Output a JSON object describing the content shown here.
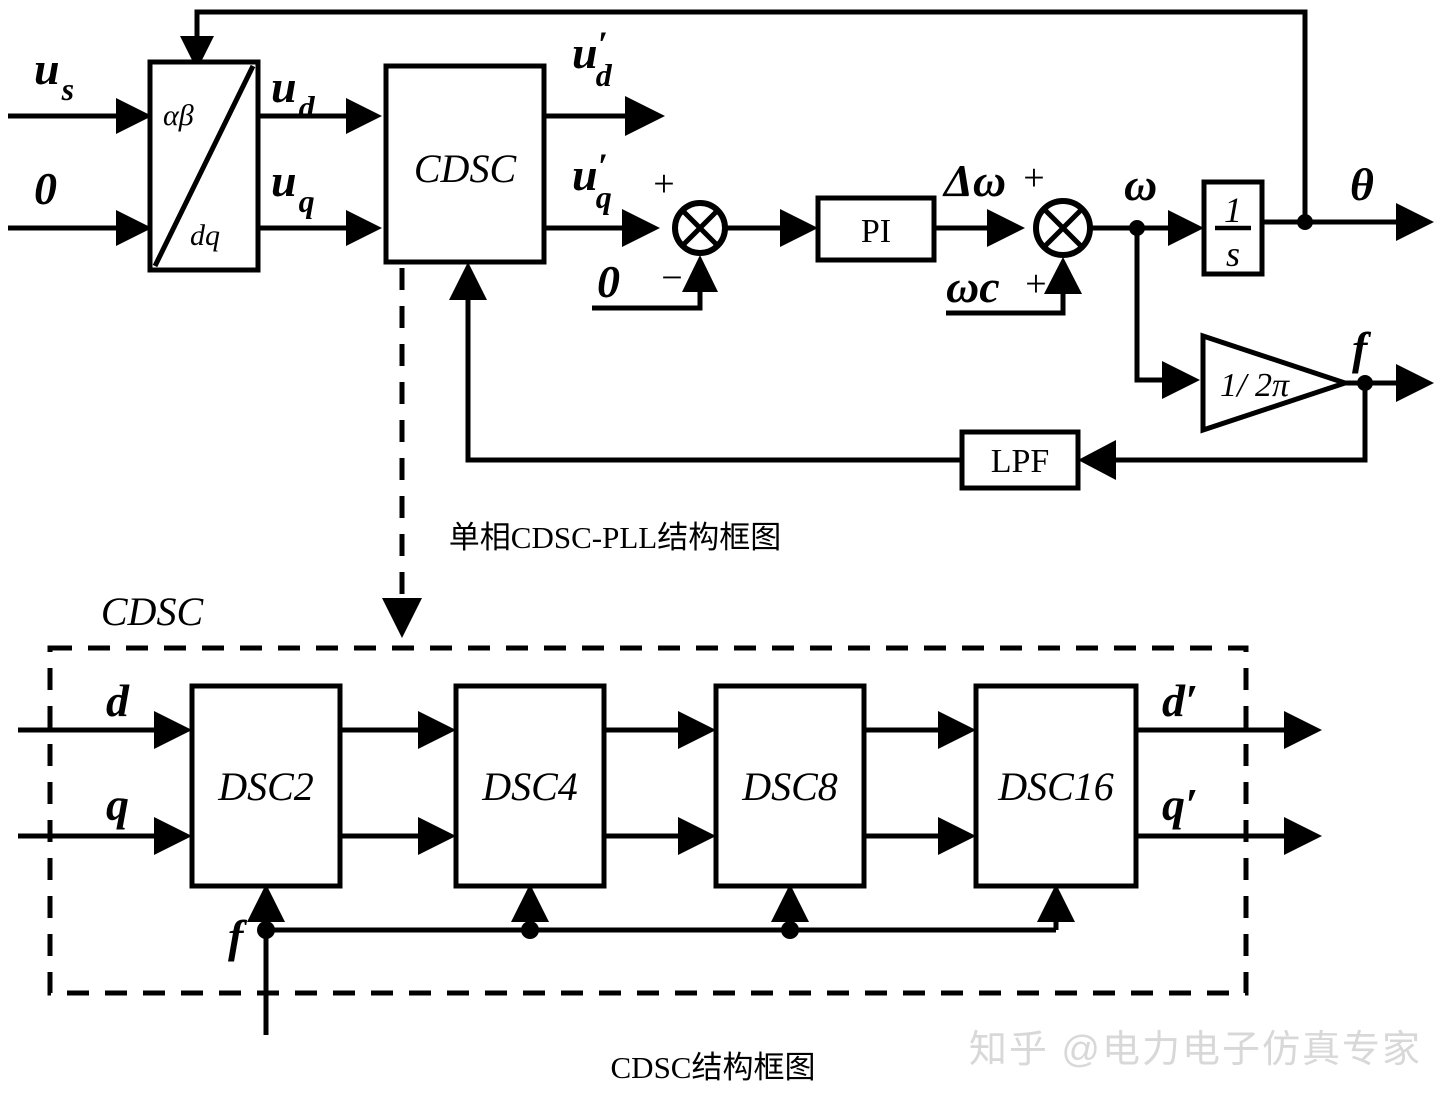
{
  "diagram": {
    "title_top": "单相CDSC-PLL结构框图",
    "title_bottom": "CDSC结构框图",
    "watermark": "知乎 @电力电子仿真专家",
    "stroke_color": "#000000",
    "background_color": "#ffffff"
  },
  "pll": {
    "inputs": {
      "us": "u",
      "us_sub": "s",
      "zero": "0"
    },
    "transform_block": {
      "top_label": "αβ",
      "bottom_label": "dq"
    },
    "signals": {
      "ud": "u",
      "ud_sub": "d",
      "uq": "u",
      "uq_sub": "q",
      "ud_prime": "u",
      "ud_prime_sub": "d",
      "ud_prime_mark": "′",
      "uq_prime": "u",
      "uq_prime_sub": "q",
      "uq_prime_mark": "′",
      "ref_zero": "0",
      "delta_omega": "Δω",
      "omega_c": "ωc",
      "omega": "ω",
      "theta": "θ",
      "freq": "f"
    },
    "signs": {
      "sum1_plus": "+",
      "sum1_minus": "−",
      "sum2_plus_top": "+",
      "sum2_plus_bottom": "+"
    },
    "blocks": {
      "cdsc": "CDSC",
      "pi": "PI",
      "integrator_num": "1",
      "integrator_den": "s",
      "gain": "1/ 2π",
      "lpf": "LPF"
    }
  },
  "cdsc_detail": {
    "group_label": "CDSC",
    "inputs": {
      "d": "d",
      "q": "q",
      "f": "f"
    },
    "outputs": {
      "d_prime": "d′",
      "q_prime": "q′"
    },
    "stages": [
      {
        "label": "DSC2"
      },
      {
        "label": "DSC4"
      },
      {
        "label": "DSC8"
      },
      {
        "label": "DSC16"
      }
    ]
  }
}
